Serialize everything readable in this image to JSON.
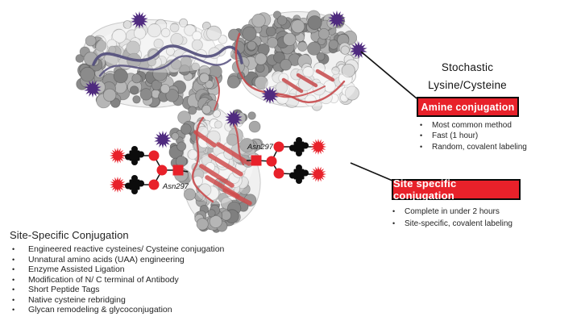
{
  "colors": {
    "red": "#e8212a",
    "purple": "#4f2a7f",
    "navy": "#534e7c",
    "ribbon_red": "#c7494b",
    "line": "#141414"
  },
  "stochastic_panel": {
    "title_line1": "Stochastic",
    "title_line2": "Lysine/Cysteine",
    "button_label": "Amine conjugation",
    "bullets": [
      "Most common method",
      "Fast (1 hour)",
      "Random, covalent labeling"
    ]
  },
  "site_specific_panel": {
    "button_label": "Site specific conjugation",
    "bullets": [
      "Complete in under 2 hours",
      "Site-specific, covalent labeling"
    ]
  },
  "site_specific_list": {
    "heading": "Site-Specific Conjugation",
    "items": [
      "Engineered reactive cysteines/ Cysteine conjugation",
      "Unnatural amino acids (UAA) engineering",
      "Enzyme Assisted Ligation",
      "Modification of N/ C terminal of Antibody",
      "Short Peptide Tags",
      "Native cysteine rebridging",
      "Glycan remodeling & glycoconjugation"
    ]
  },
  "glycan_labels": {
    "left": "Asn297",
    "right": "Asn297"
  }
}
